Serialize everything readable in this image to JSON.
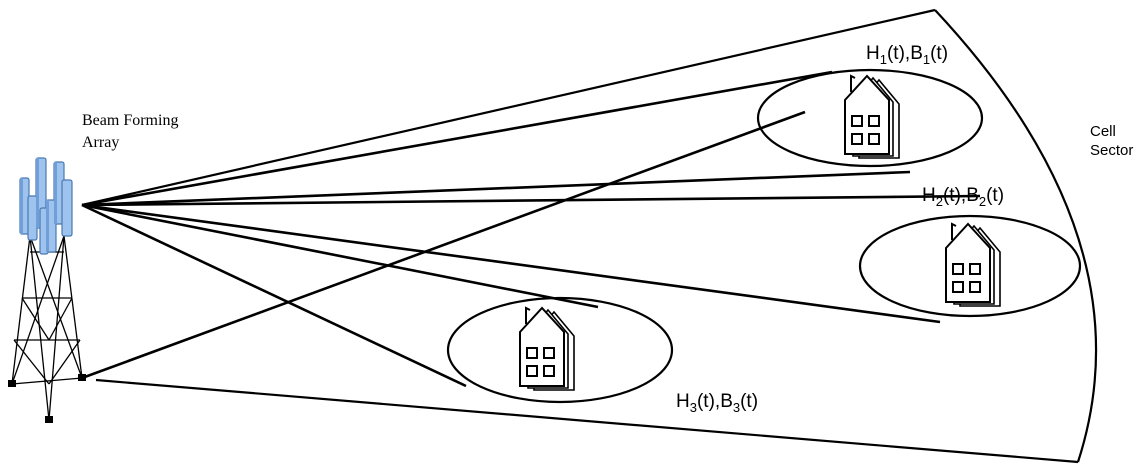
{
  "antenna_label": "Beam Forming\nArray",
  "sector_label": "Cell\nSector",
  "users": [
    {
      "h_letter": "H",
      "b_letter": "B",
      "index": "1",
      "suffix": "(t)"
    },
    {
      "h_letter": "H",
      "b_letter": "B",
      "index": "2",
      "suffix": "(t)"
    },
    {
      "h_letter": "H",
      "b_letter": "B",
      "index": "3",
      "suffix": "(t)"
    }
  ],
  "colors": {
    "line": "#000000",
    "antenna_fill": "#9ec3ee",
    "antenna_stroke": "#4a78b0",
    "background": "#ffffff"
  },
  "icons": [
    "antenna-tower-icon",
    "house-icon"
  ]
}
